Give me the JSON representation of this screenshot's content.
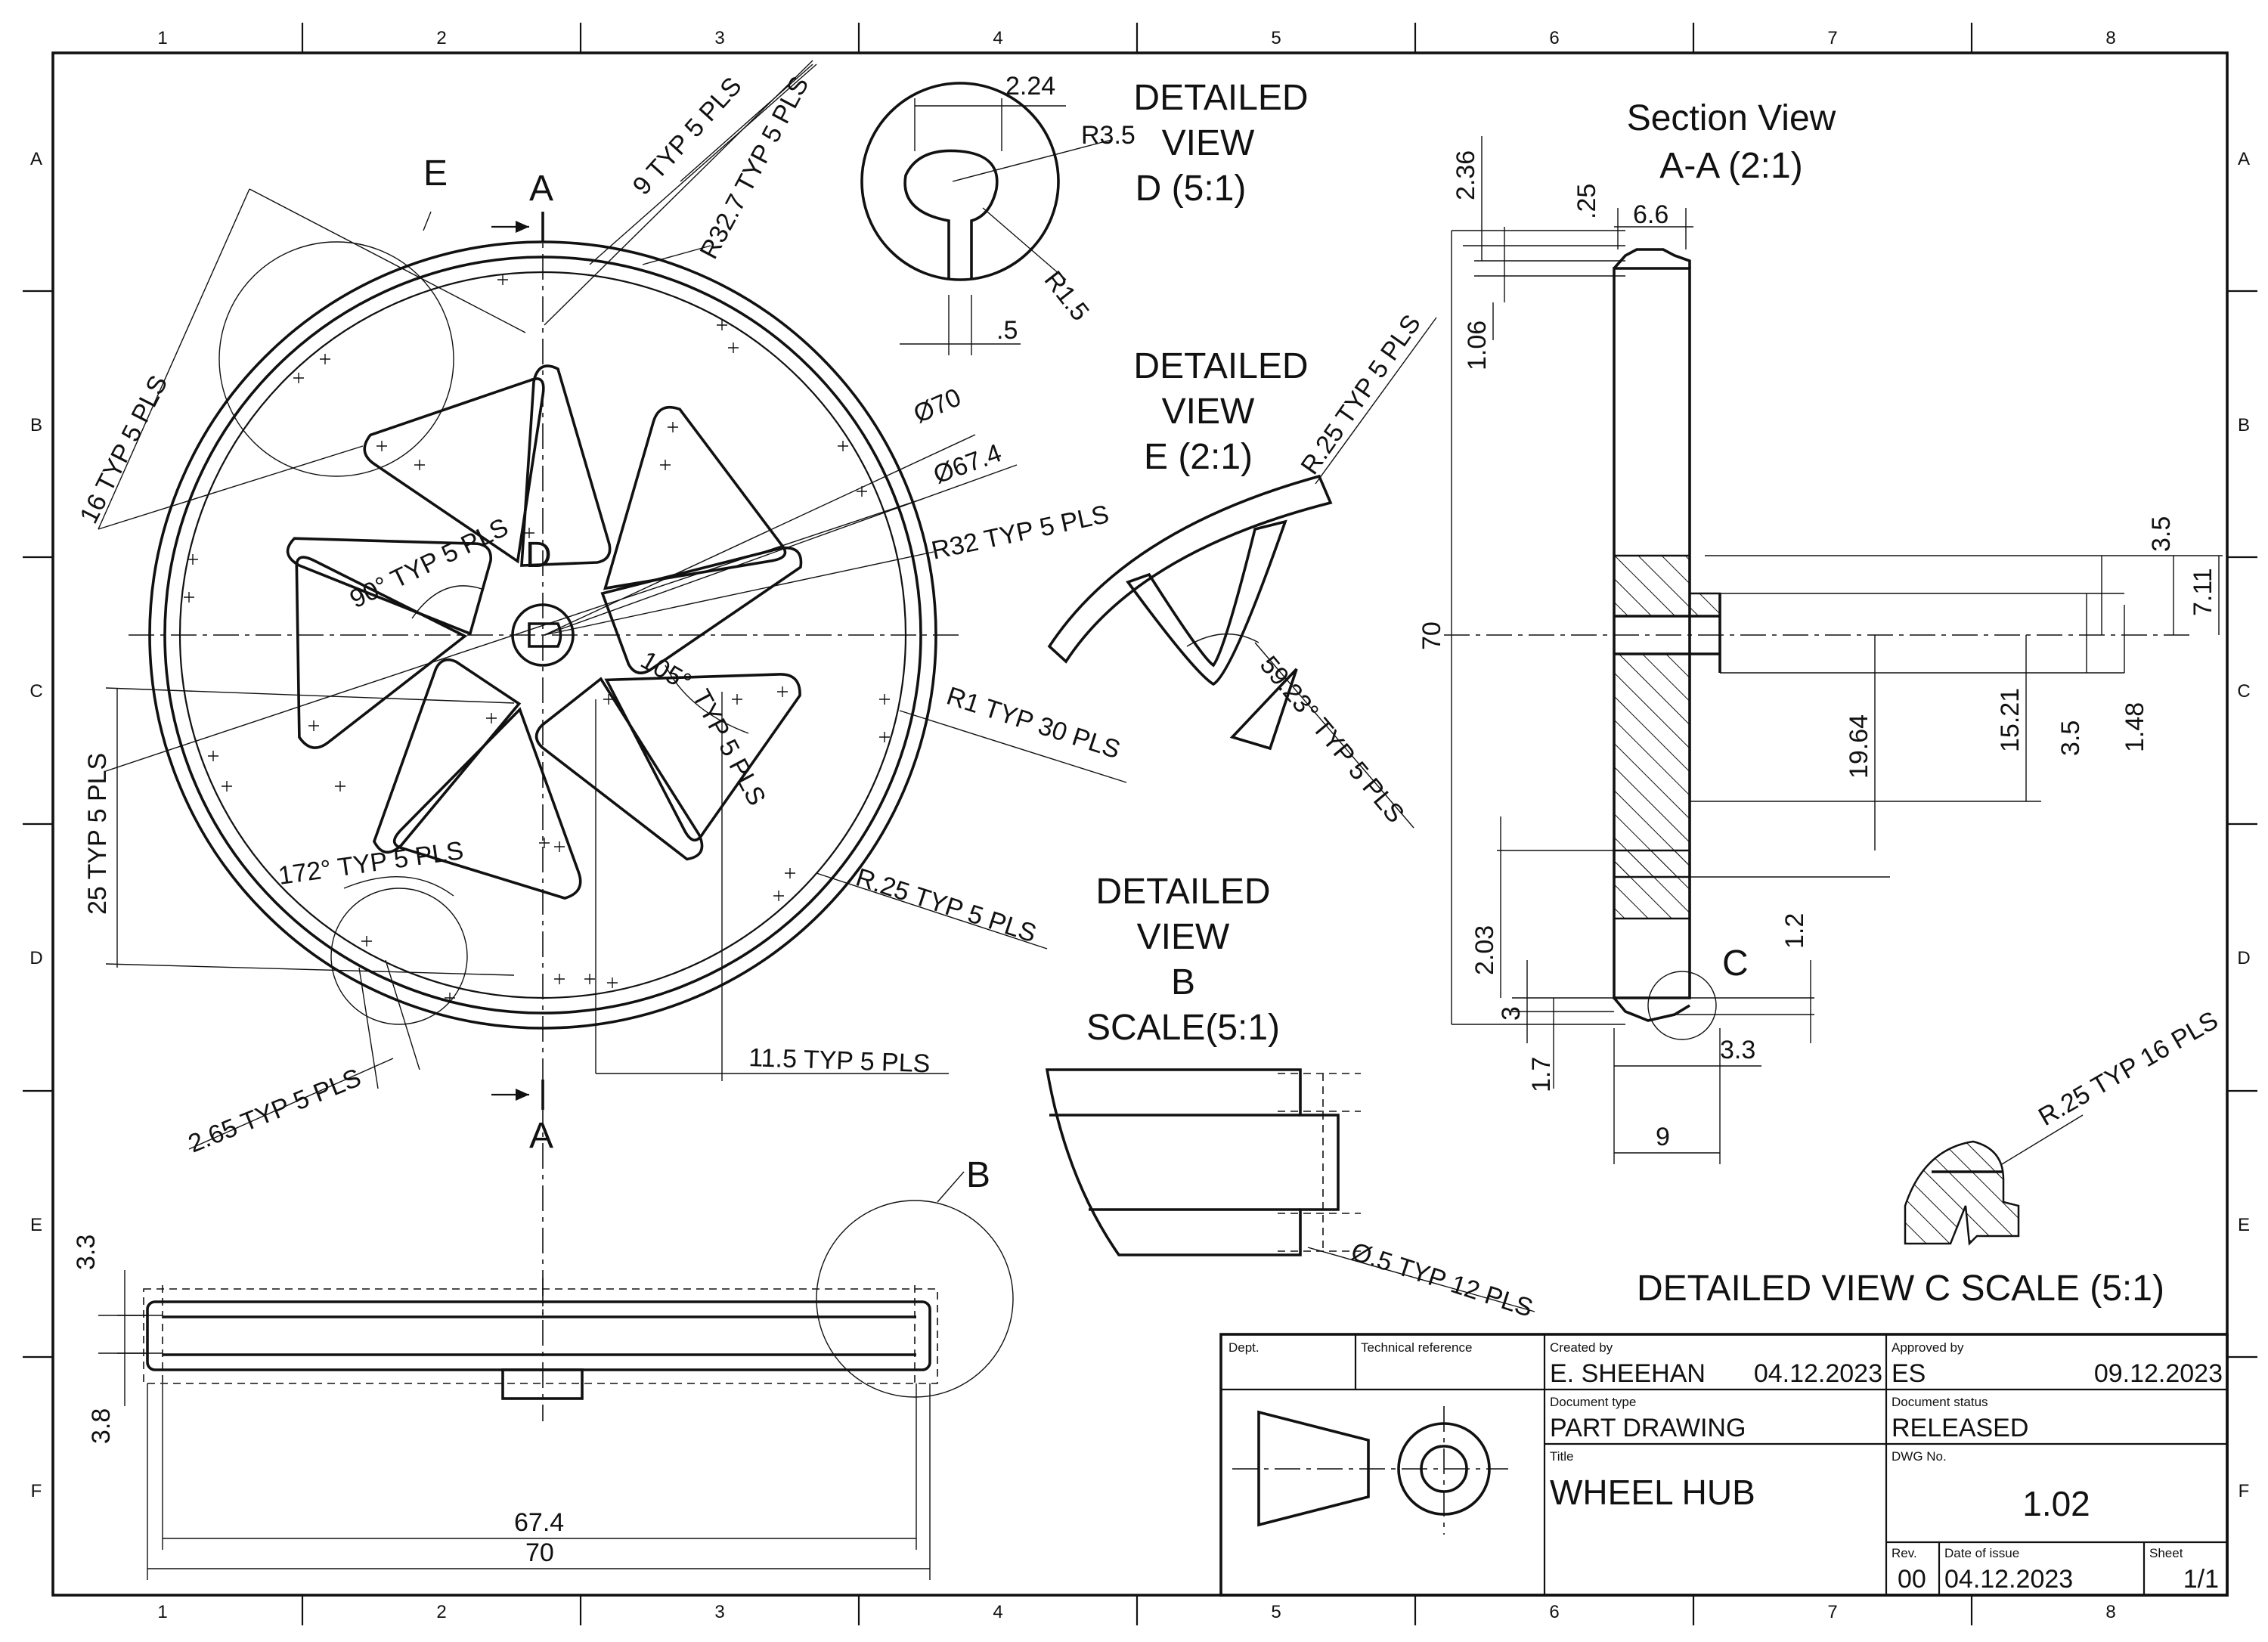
{
  "frame": {
    "columns": [
      "1",
      "2",
      "3",
      "4",
      "5",
      "6",
      "7",
      "8"
    ],
    "rows": [
      "A",
      "B",
      "C",
      "D",
      "E",
      "F"
    ]
  },
  "views": {
    "detail_d": [
      "DETAILED",
      "VIEW",
      "D (5:1)"
    ],
    "detail_e": [
      "DETAILED",
      "VIEW",
      "E (2:1)"
    ],
    "detail_b": [
      "DETAILED",
      "VIEW",
      "B",
      "SCALE(5:1)"
    ],
    "section": [
      "Section View",
      "A-A (2:1)"
    ],
    "detail_c": "DETAILED VIEW C SCALE (5:1)"
  },
  "markers": {
    "A": "A",
    "B": "B",
    "C": "C",
    "D": "D",
    "E": "E"
  },
  "dimensions": {
    "front": {
      "d1": "9 TYP 5 PLS",
      "d2": "R32.7 TYP 5 PLS",
      "d3": "Ø70",
      "d4": "Ø67.4",
      "d5": "R32 TYP 5 PLS",
      "d6": "R1 TYP 30 PLS",
      "d7": "R.25 TYP 5 PLS",
      "d8": "11.5 TYP 5 PLS",
      "d9": "2.65 TYP 5 PLS",
      "d10": "172° TYP 5 PLS",
      "d11": "25 TYP 5 PLS",
      "d12": "16 TYP 5 PLS",
      "d13": "90° TYP 5 PLS",
      "d14": "105°",
      "d15": "TYP 5 PLS"
    },
    "detail_d": {
      "d1": "2.24",
      "d2": "R3.5",
      "d3": "R1.5",
      "d4": ".5"
    },
    "detail_e": {
      "d1": "R.25 TYP 5 PLS",
      "d2": "59.23° TYP 5 PLS"
    },
    "detail_b": {
      "d1": "Ø.5 TYP 12 PLS"
    },
    "detail_c": {
      "d1": "R.25 TYP 16 PLS"
    },
    "side": {
      "d1": "3.3",
      "d2": "3.8",
      "d3": "67.4",
      "d4": "70"
    },
    "section": {
      "d1": "2.36",
      "d2": ".25",
      "d3": "6.6",
      "d4": "1.06",
      "d5": "70",
      "d6": "2.03",
      "d7": "3",
      "d8": "1.7",
      "d9": "1.2",
      "d10": "3.3",
      "d11": "9",
      "d12": "19.64",
      "d13": "15.21",
      "d14": "3.5",
      "d15": "1.48",
      "d16": "3.5",
      "d17": "7.11"
    }
  },
  "title_block": {
    "dept_label": "Dept.",
    "tech_ref_label": "Technical reference",
    "created_by_label": "Created by",
    "created_by": "E. SHEEHAN",
    "created_date": "04.12.2023",
    "approved_by_label": "Approved by",
    "approved_by": "ES",
    "approved_date": "09.12.2023",
    "doc_type_label": "Document type",
    "doc_type": "PART DRAWING",
    "doc_status_label": "Document status",
    "doc_status": "RELEASED",
    "title_label": "Title",
    "title": "WHEEL HUB",
    "dwg_no_label": "DWG No.",
    "dwg_no": "1.02",
    "rev_label": "Rev.",
    "rev": "00",
    "issue_date_label": "Date of issue",
    "issue_date": "04.12.2023",
    "sheet_label": "Sheet",
    "sheet": "1/1"
  }
}
